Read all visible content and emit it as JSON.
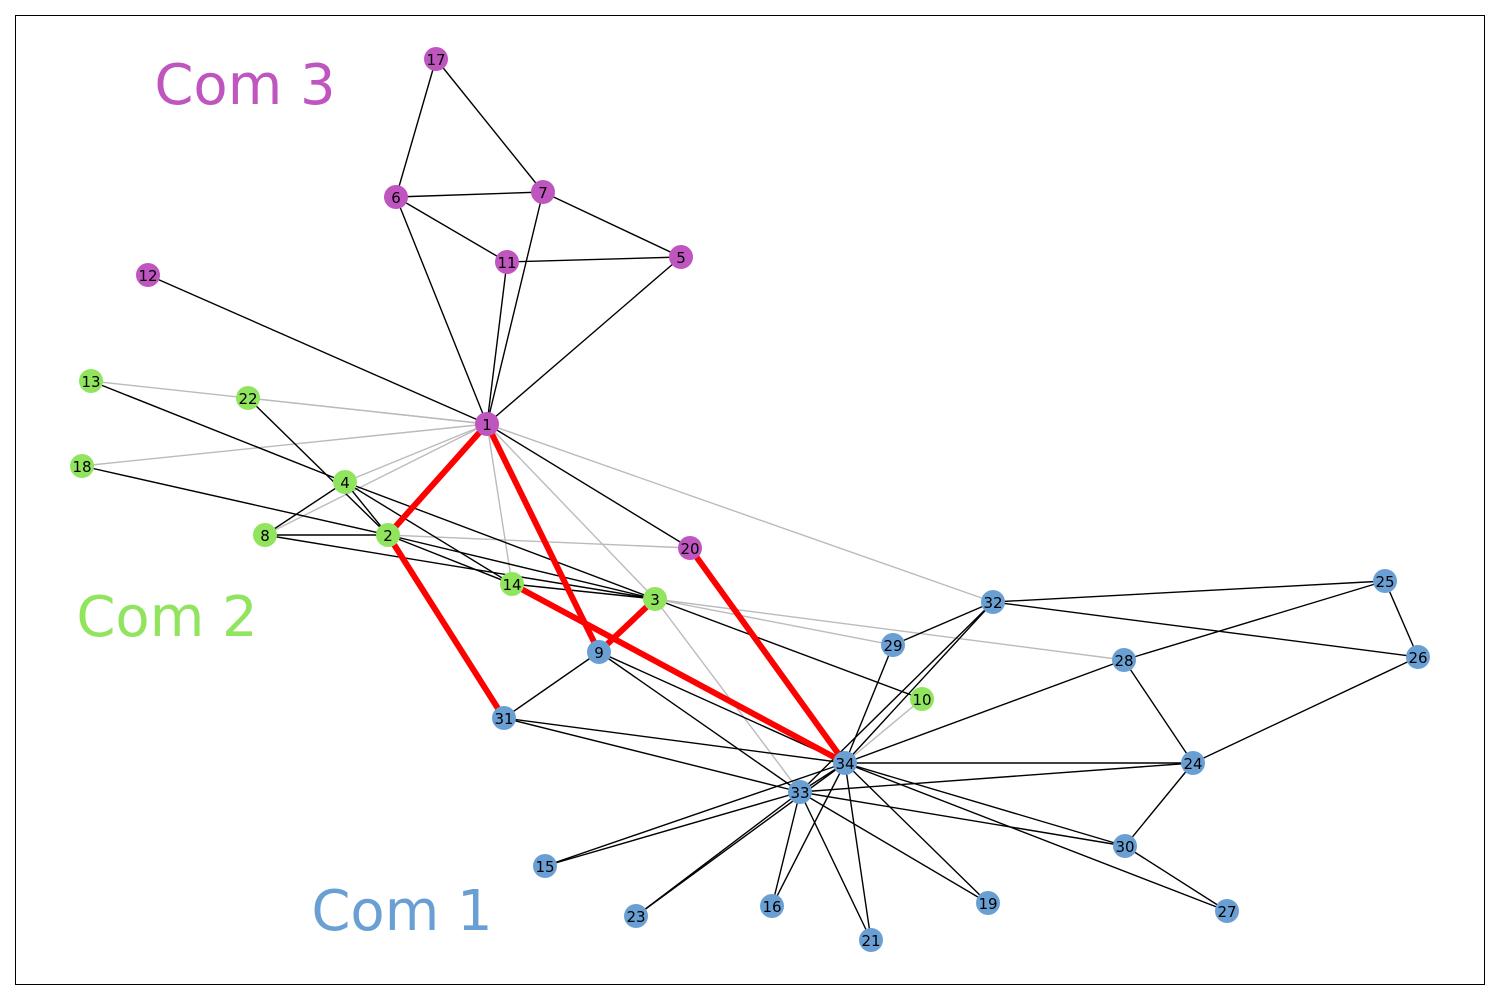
{
  "communities": [
    {
      "id": "com1",
      "label": "Com 1",
      "color": "#6a9fd4"
    },
    {
      "id": "com2",
      "label": "Com 2",
      "color": "#90e45e"
    },
    {
      "id": "com3",
      "label": "Com 3",
      "color": "#bf55bf"
    }
  ],
  "styles": {
    "intra_edge_color": "#000000",
    "inter_edge_color": "#bbbbbb",
    "highlight_edge_color": "#ff0000"
  },
  "nodes": [
    {
      "id": "1",
      "community": "com3"
    },
    {
      "id": "2",
      "community": "com2"
    },
    {
      "id": "3",
      "community": "com2"
    },
    {
      "id": "4",
      "community": "com2"
    },
    {
      "id": "5",
      "community": "com3"
    },
    {
      "id": "6",
      "community": "com3"
    },
    {
      "id": "7",
      "community": "com3"
    },
    {
      "id": "8",
      "community": "com2"
    },
    {
      "id": "9",
      "community": "com1"
    },
    {
      "id": "10",
      "community": "com2"
    },
    {
      "id": "11",
      "community": "com3"
    },
    {
      "id": "12",
      "community": "com3"
    },
    {
      "id": "13",
      "community": "com2"
    },
    {
      "id": "14",
      "community": "com2"
    },
    {
      "id": "15",
      "community": "com1"
    },
    {
      "id": "16",
      "community": "com1"
    },
    {
      "id": "17",
      "community": "com3"
    },
    {
      "id": "18",
      "community": "com2"
    },
    {
      "id": "19",
      "community": "com1"
    },
    {
      "id": "20",
      "community": "com3"
    },
    {
      "id": "21",
      "community": "com1"
    },
    {
      "id": "22",
      "community": "com2"
    },
    {
      "id": "23",
      "community": "com1"
    },
    {
      "id": "24",
      "community": "com1"
    },
    {
      "id": "25",
      "community": "com1"
    },
    {
      "id": "26",
      "community": "com1"
    },
    {
      "id": "27",
      "community": "com1"
    },
    {
      "id": "28",
      "community": "com1"
    },
    {
      "id": "29",
      "community": "com1"
    },
    {
      "id": "30",
      "community": "com1"
    },
    {
      "id": "31",
      "community": "com1"
    },
    {
      "id": "32",
      "community": "com1"
    },
    {
      "id": "33",
      "community": "com1"
    },
    {
      "id": "34",
      "community": "com1"
    }
  ],
  "edges": [
    [
      "1",
      "2"
    ],
    [
      "1",
      "3"
    ],
    [
      "1",
      "4"
    ],
    [
      "1",
      "5"
    ],
    [
      "1",
      "6"
    ],
    [
      "1",
      "7"
    ],
    [
      "1",
      "8"
    ],
    [
      "1",
      "9"
    ],
    [
      "1",
      "11"
    ],
    [
      "1",
      "12"
    ],
    [
      "1",
      "13"
    ],
    [
      "1",
      "14"
    ],
    [
      "1",
      "18"
    ],
    [
      "1",
      "20"
    ],
    [
      "1",
      "22"
    ],
    [
      "1",
      "32"
    ],
    [
      "2",
      "3"
    ],
    [
      "2",
      "4"
    ],
    [
      "2",
      "8"
    ],
    [
      "2",
      "14"
    ],
    [
      "2",
      "18"
    ],
    [
      "2",
      "20"
    ],
    [
      "2",
      "22"
    ],
    [
      "2",
      "31"
    ],
    [
      "3",
      "4"
    ],
    [
      "3",
      "8"
    ],
    [
      "3",
      "9"
    ],
    [
      "3",
      "10"
    ],
    [
      "3",
      "14"
    ],
    [
      "3",
      "28"
    ],
    [
      "3",
      "29"
    ],
    [
      "3",
      "33"
    ],
    [
      "4",
      "8"
    ],
    [
      "4",
      "13"
    ],
    [
      "4",
      "14"
    ],
    [
      "5",
      "7"
    ],
    [
      "5",
      "11"
    ],
    [
      "6",
      "7"
    ],
    [
      "6",
      "11"
    ],
    [
      "6",
      "17"
    ],
    [
      "7",
      "17"
    ],
    [
      "9",
      "31"
    ],
    [
      "9",
      "33"
    ],
    [
      "9",
      "34"
    ],
    [
      "10",
      "34"
    ],
    [
      "14",
      "34"
    ],
    [
      "15",
      "33"
    ],
    [
      "15",
      "34"
    ],
    [
      "16",
      "33"
    ],
    [
      "16",
      "34"
    ],
    [
      "19",
      "33"
    ],
    [
      "19",
      "34"
    ],
    [
      "20",
      "34"
    ],
    [
      "21",
      "33"
    ],
    [
      "21",
      "34"
    ],
    [
      "23",
      "33"
    ],
    [
      "23",
      "34"
    ],
    [
      "24",
      "26"
    ],
    [
      "24",
      "28"
    ],
    [
      "24",
      "30"
    ],
    [
      "24",
      "33"
    ],
    [
      "24",
      "34"
    ],
    [
      "25",
      "26"
    ],
    [
      "25",
      "28"
    ],
    [
      "25",
      "32"
    ],
    [
      "26",
      "32"
    ],
    [
      "27",
      "30"
    ],
    [
      "27",
      "34"
    ],
    [
      "28",
      "34"
    ],
    [
      "29",
      "32"
    ],
    [
      "29",
      "34"
    ],
    [
      "30",
      "33"
    ],
    [
      "30",
      "34"
    ],
    [
      "31",
      "33"
    ],
    [
      "31",
      "34"
    ],
    [
      "32",
      "33"
    ],
    [
      "32",
      "34"
    ],
    [
      "33",
      "34"
    ]
  ],
  "highlighted_edges": [
    [
      "1",
      "2"
    ],
    [
      "1",
      "9"
    ],
    [
      "2",
      "31"
    ],
    [
      "3",
      "9"
    ],
    [
      "14",
      "34"
    ],
    [
      "20",
      "34"
    ]
  ]
}
